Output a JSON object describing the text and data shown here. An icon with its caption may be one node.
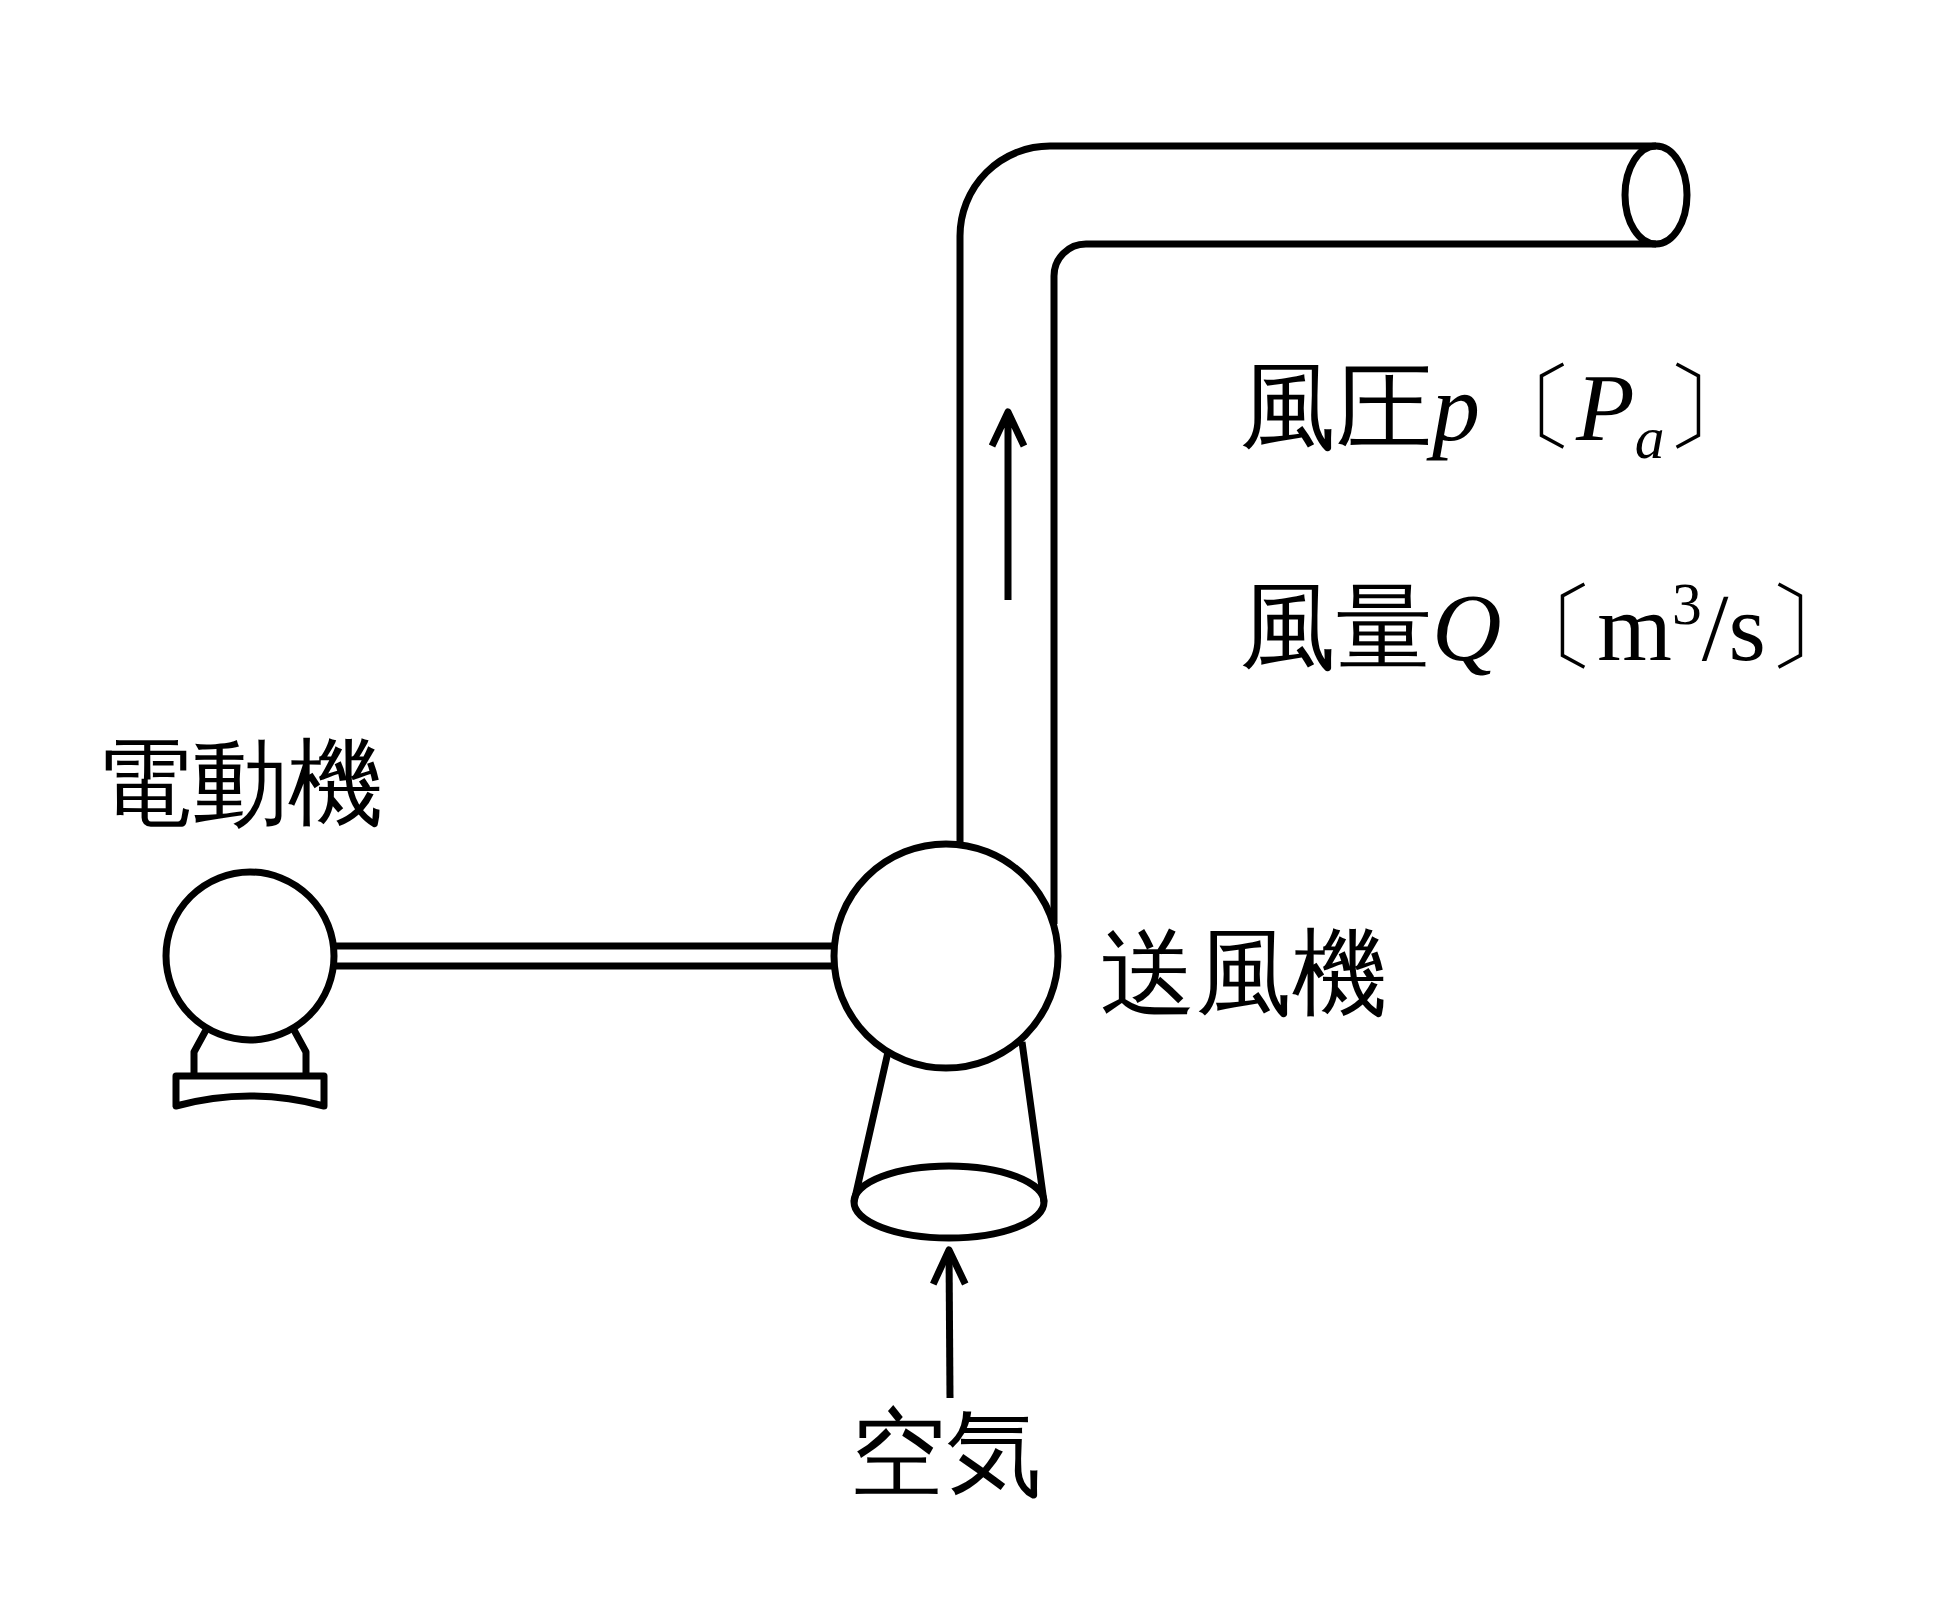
{
  "diagram": {
    "nodes": [
      {
        "text": [
          "電動機"
        ]
      },
      {
        "text": [
          "送風機"
        ]
      },
      {
        "text": [
          "空気"
        ]
      }
    ],
    "edges": [
      {
        "from": 0,
        "to": 1,
        "arrow": "none"
      },
      {
        "from": 2,
        "to": 1,
        "arrow": "to"
      }
    ],
    "labels": [
      "風圧p〔*P*$_{a}$〕",
      "風量Q〔m$^{3}$/s〕"
    ]
  }
}
